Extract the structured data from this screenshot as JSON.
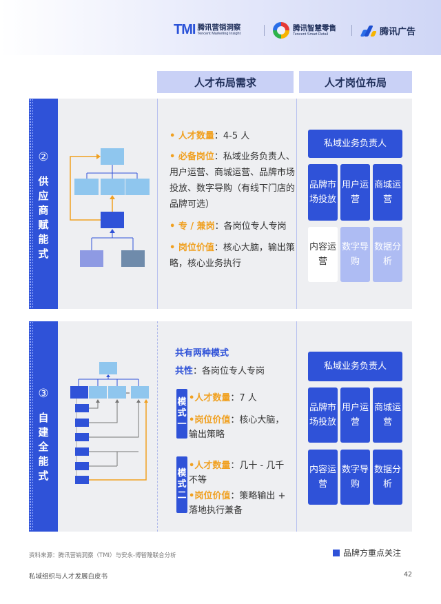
{
  "header": {
    "tmi_mark": "TMI",
    "tmi_cn": "腾讯营销洞察",
    "tmi_en": "Tencent Marketing Insight",
    "retail_cn": "腾讯智慧零售",
    "retail_en": "Tencent Smart Retail",
    "ads_cn": "腾讯广告"
  },
  "columns": {
    "demand": "人才布局需求",
    "position": "人才岗位布局"
  },
  "section2": {
    "num": "②",
    "title": [
      "供",
      "应",
      "商",
      "赋",
      "能",
      "式"
    ],
    "items": [
      {
        "label": "人才数量",
        "text": "：4-5 人"
      },
      {
        "label": "必备岗位",
        "text": "：私域业务负责人、用户运营、商城运营、品牌市场投放、数字导购（有线下门店的品牌可选）"
      },
      {
        "label": "专 / 兼岗",
        "text": "：各岗位专人专岗"
      },
      {
        "label": "岗位价值",
        "text": "：核心大脑，输出策略，核心业务执行"
      }
    ],
    "positions": {
      "lead": "私域业务负责人",
      "grid": [
        {
          "label": "品牌市场投放",
          "style": "dark"
        },
        {
          "label": "用户运营",
          "style": "dark"
        },
        {
          "label": "商城运营",
          "style": "dark"
        },
        {
          "label": "内容运营",
          "style": "white"
        },
        {
          "label": "数字导购",
          "style": "light"
        },
        {
          "label": "数据分析",
          "style": "light"
        }
      ]
    }
  },
  "section3": {
    "num": "③",
    "title": [
      "自",
      "建",
      "全",
      "能",
      "式"
    ],
    "intro": "共有两种模式",
    "common_label": "共性",
    "common_text": "：各岗位专人专岗",
    "mode1": {
      "tag": "模式一",
      "count_label": "人才数量",
      "count_text": "：7 人",
      "value_label": "岗位价值",
      "value_text": "：核心大脑，输出策略"
    },
    "mode2": {
      "tag": "模式二",
      "count_label": "人才数量",
      "count_text": "：几十 - 几千不等",
      "value_label": "岗位价值",
      "value_text": "：策略输出 + 落地执行兼备"
    },
    "positions": {
      "lead": "私域业务负责人",
      "grid": [
        {
          "label": "品牌市场投放",
          "style": "dark"
        },
        {
          "label": "用户运营",
          "style": "dark"
        },
        {
          "label": "商城运营",
          "style": "dark"
        },
        {
          "label": "内容运营",
          "style": "dark"
        },
        {
          "label": "数字导购",
          "style": "dark"
        },
        {
          "label": "数据分析",
          "style": "dark"
        }
      ]
    }
  },
  "footer": {
    "source": "资料来源：腾讯营销洞察（TMI）与安永-博智隆联合分析",
    "legend": "品牌方重点关注",
    "doc_title": "私域组织与人才发展白皮书",
    "page": "42"
  },
  "colors": {
    "brand_blue": "#2f52d8",
    "light_blue": "#aebcf3",
    "accent_orange": "#f0a020",
    "panel_gray": "#eeeff2"
  }
}
